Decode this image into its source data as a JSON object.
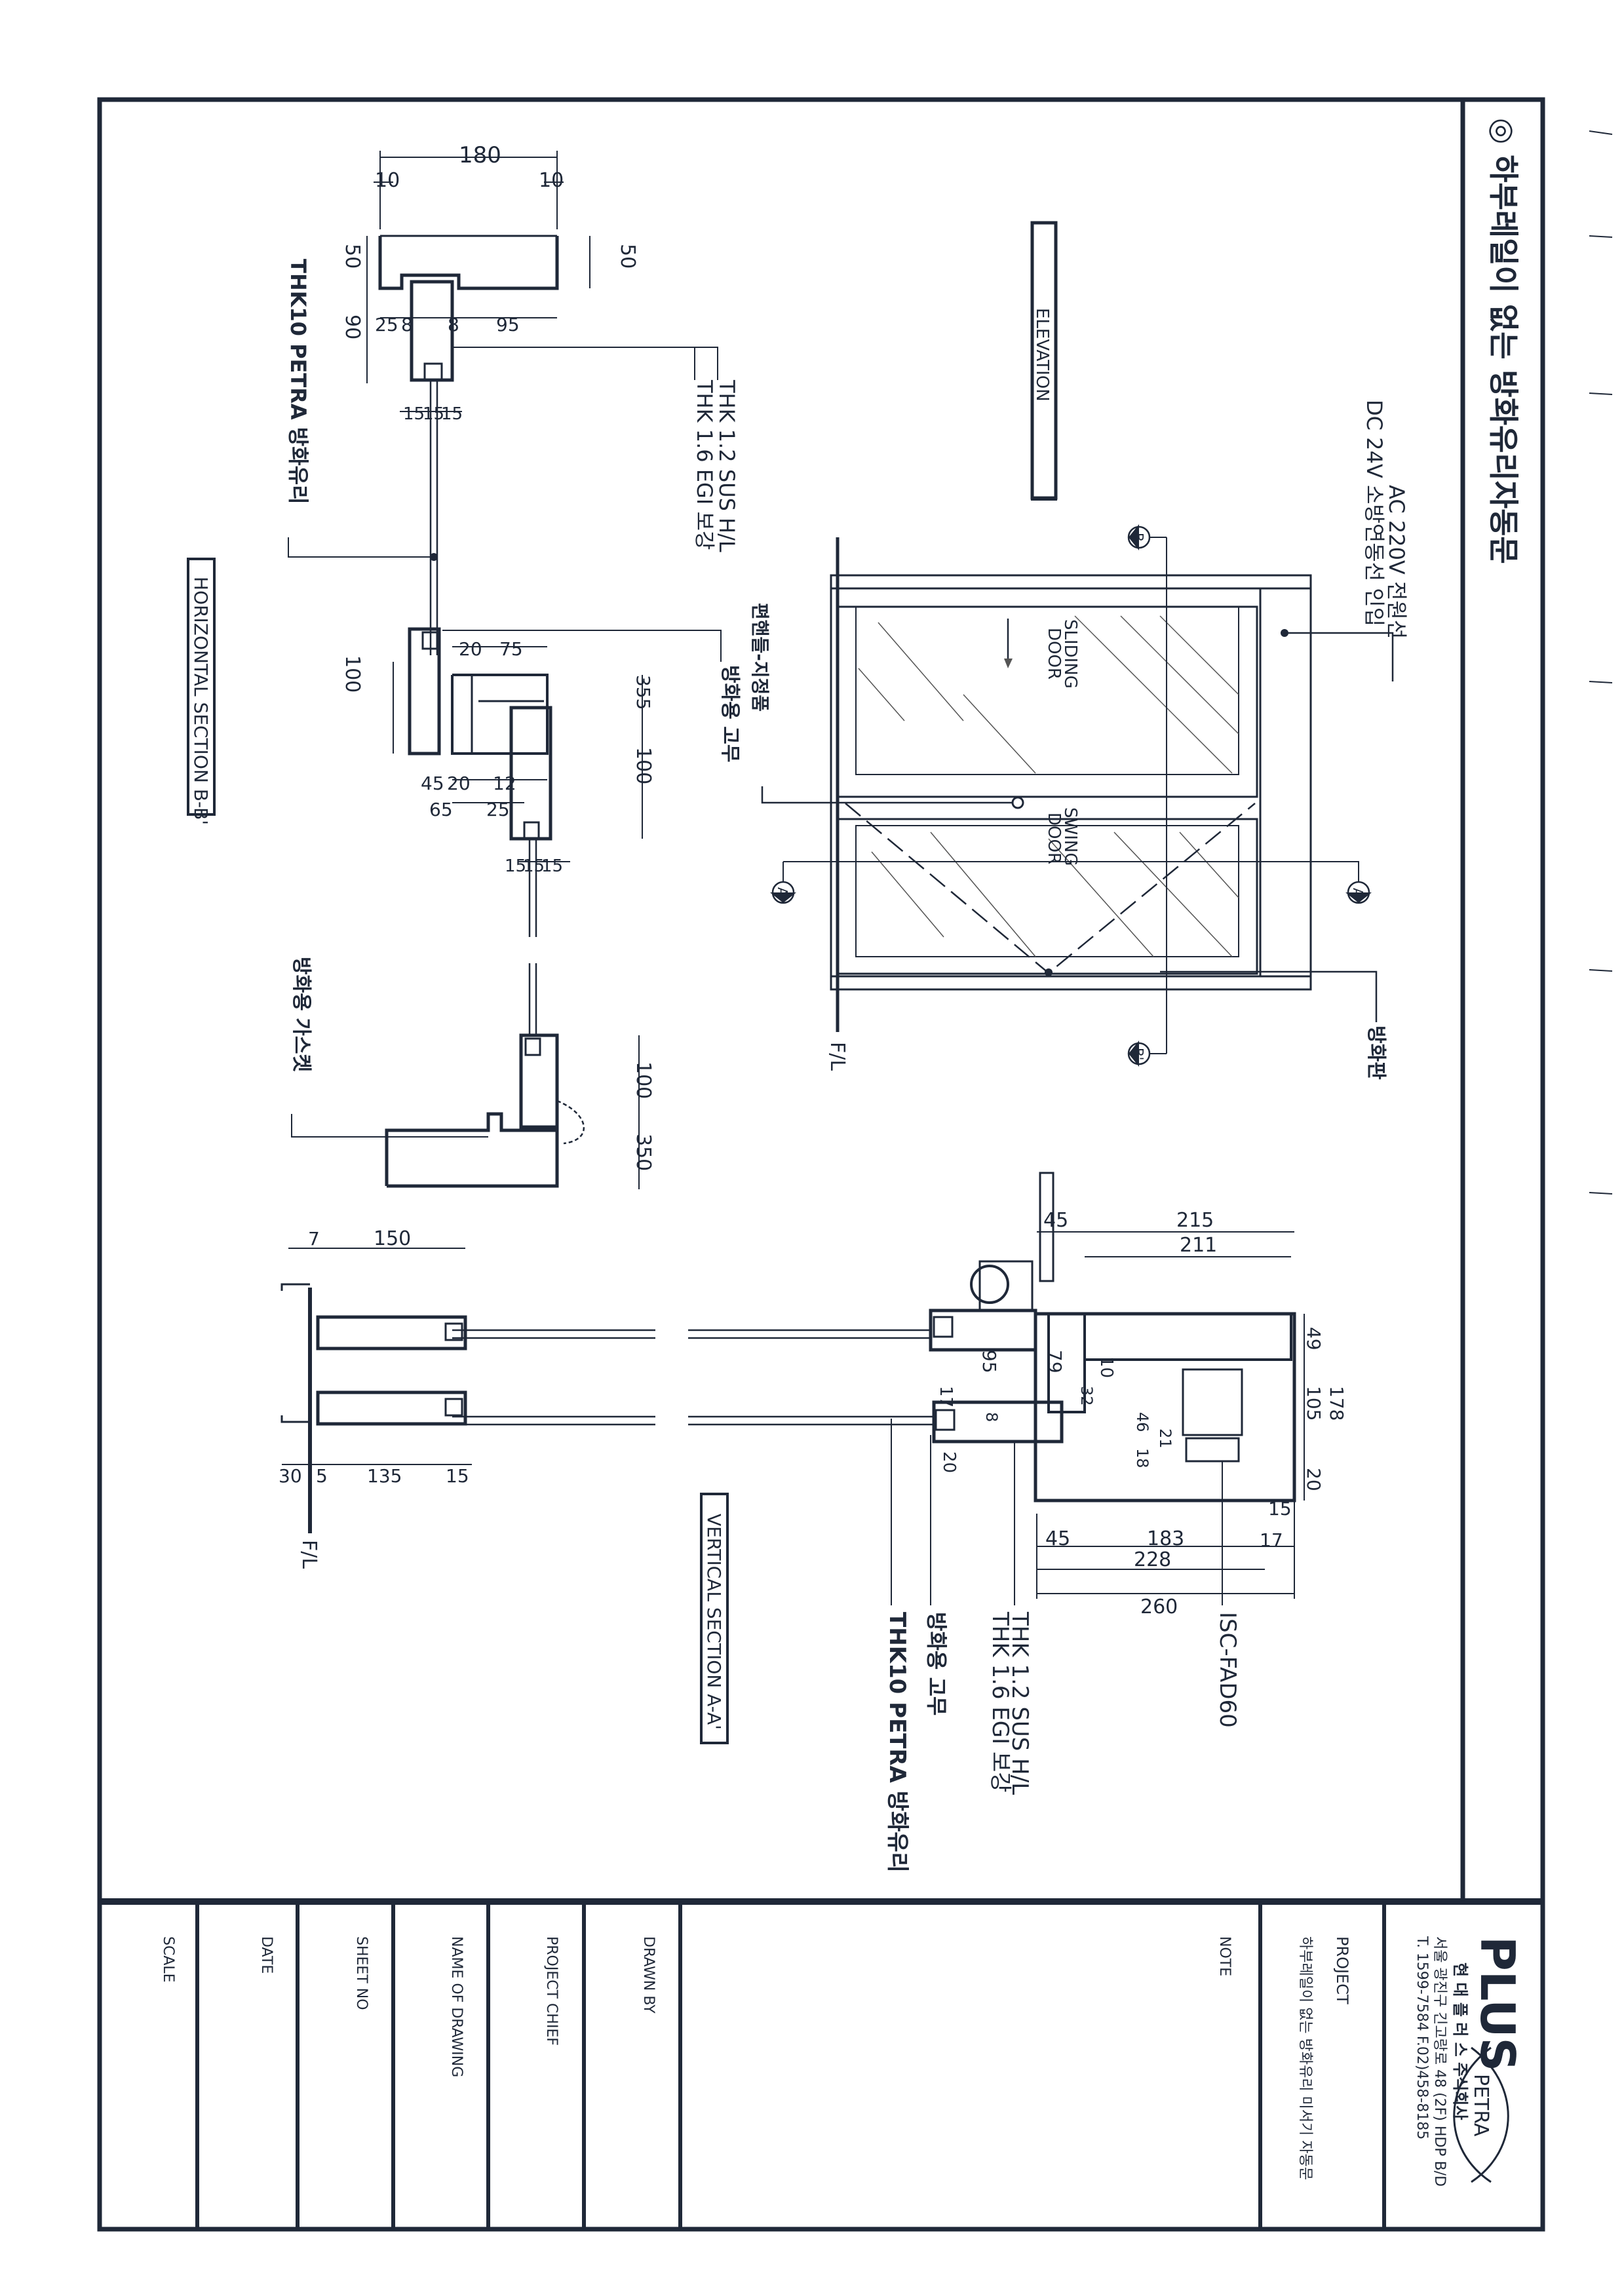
{
  "title": "◎ 하부레일이 없는 방화유리자동문",
  "elevation": {
    "label": "ELEVATION",
    "power_note_1": "AC 220V 전원선",
    "power_note_2": "DC 24V 소방연동선 인입",
    "sliding_door_1": "SLIDING",
    "sliding_door_2": "DOOR",
    "swing_door_1": "SWING",
    "swing_door_2": "DOOR",
    "handle_note": "편핸들-지정품",
    "fire_plate_note": "방화판",
    "floor_line": "F/L",
    "section_marks": [
      "B",
      "B'",
      "A",
      "A'"
    ]
  },
  "horizontal_section": {
    "label": "HORIZONTAL SECTION B-B'",
    "dims": {
      "top_width": "180",
      "left_lip": "10",
      "right_lip": "10",
      "left_height": "50",
      "right_height": "50",
      "post_height": "90",
      "d25": "25",
      "d8a": "8",
      "d8b": "8",
      "d95": "95",
      "glass_1": "15",
      "glass_2": "15",
      "glass_3": "15",
      "mid_100": "100",
      "d20": "20",
      "d75": "75",
      "d355": "355",
      "right_100": "100",
      "d45": "45",
      "d20b": "20",
      "d12": "12",
      "d65": "65",
      "d25b": "25",
      "glass2_1": "15",
      "glass2_2": "15",
      "glass2_3": "15",
      "bottom_100": "100",
      "bottom_350": "350"
    },
    "notes": {
      "sus": "THK 1.2 SUS H/L",
      "egi": "THK 1.6 EGI 보강",
      "glass": "THK10 PETRA 방화유리",
      "rubber": "방화용 고무",
      "gasket": "방화용 가스켓"
    }
  },
  "vertical_section": {
    "label": "VERTICAL SECTION A-A'",
    "dims": {
      "d45_top": "45",
      "d215": "215",
      "d211": "211",
      "d49": "49",
      "d105": "105",
      "d20_right": "20",
      "d178": "178",
      "d79": "79",
      "d95": "95",
      "d10": "10",
      "d32": "32",
      "d17_left": "17",
      "d8": "8",
      "d46": "46",
      "d21": "21",
      "d18": "18",
      "d20_left": "20",
      "d15": "15",
      "d45_bottom": "45",
      "d183": "183",
      "d17_bottom": "17",
      "d228": "228",
      "d260": "260",
      "d7": "7",
      "d150": "150",
      "d30": "30",
      "d5": "5",
      "d135": "135",
      "d15_bottom": "15"
    },
    "notes": {
      "operator": "ISC-FAD60",
      "sus": "THK 1.2 SUS H/L",
      "egi": "THK 1.6 EGI 보강",
      "rubber": "방화용 고무",
      "glass": "THK10 PETRA 방화유리"
    },
    "floor_line": "F/L"
  },
  "title_block": {
    "company_logo": "PLUS",
    "logo_mark": "PETRA",
    "company_name": "현 대 플 러 스 주식회사",
    "address": "서울 광진구 긴고랑로 48 (2F) HDP B/D",
    "phone_fax": "T. 1599-7584  F.02)458-8185",
    "project_label": "PROJECT",
    "project_name": "하부레일이 없는 방화유리 미서기 자동문",
    "note_label": "NOTE",
    "fields": [
      "DRAWN BY",
      "PROJECT CHIEF",
      "NAME OF DRAWING",
      "SHEET NO",
      "DATE",
      "SCALE"
    ]
  },
  "colors": {
    "ink": "#1f2838",
    "paper": "#ffffff"
  }
}
